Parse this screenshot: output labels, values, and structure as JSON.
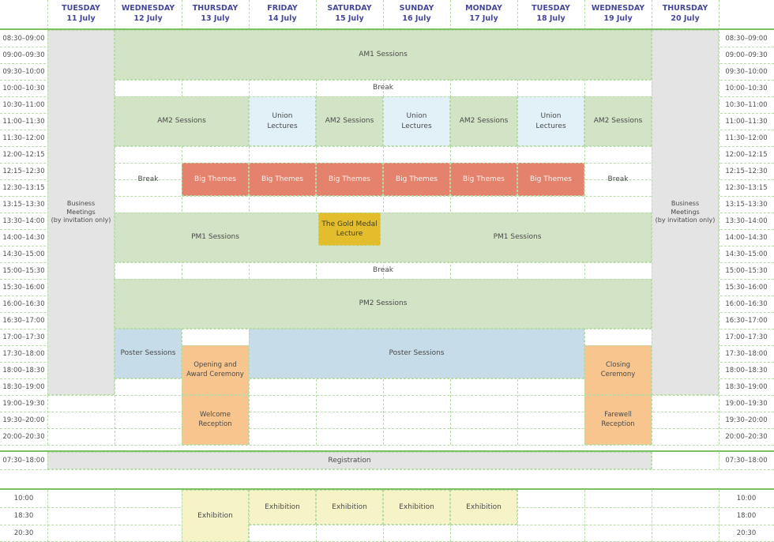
{
  "palette": {
    "session_green": "#d3e4c6",
    "union_blue": "#e2f0f8",
    "poster_blue": "#c6dce8",
    "theme_red": "#e4826e",
    "theme_red_text": "#fdf3ef",
    "gold": "#e3bd2c",
    "gold_text": "#44401f",
    "ceremony_orange": "#f8c58e",
    "meeting_grey": "#e4e4e4",
    "exhibition_yellow": "#f6f4c7",
    "solid_line_green": "#7dbf63",
    "dashed_line_green": "#b7dba6",
    "header_text": "#47479a",
    "label_text": "#4a4a4a"
  },
  "header": {
    "days": [
      {
        "name": "TUESDAY",
        "date": "11 July"
      },
      {
        "name": "WEDNESDAY",
        "date": "12 July"
      },
      {
        "name": "THURSDAY",
        "date": "13 July"
      },
      {
        "name": "FRIDAY",
        "date": "14 July"
      },
      {
        "name": "SATURDAY",
        "date": "15 July"
      },
      {
        "name": "SUNDAY",
        "date": "16 July"
      },
      {
        "name": "MONDAY",
        "date": "17 July"
      },
      {
        "name": "TUESDAY",
        "date": "18 July"
      },
      {
        "name": "WEDNESDAY",
        "date": "19 July"
      },
      {
        "name": "THURSDAY",
        "date": "20 July"
      }
    ]
  },
  "main_grid": {
    "time_rows": [
      "08:30–09:00",
      "09:00–09:30",
      "09:30–10:00",
      "10:00–10:30",
      "10:30–11:00",
      "11:00–11:30",
      "11:30–12:00",
      "12:00–12:15",
      "12:15–12:30",
      "12:30–13:15",
      "13:15–13:30",
      "13:30–14:00",
      "14:00–14:30",
      "14:30–15:00",
      "15:00–15:30",
      "15:30–16:00",
      "16:00–16:30",
      "16:30–17:00",
      "17:00–17:30",
      "17:30–18:00",
      "18:00–18:30",
      "18:30–19:00",
      "19:00–19:30",
      "19:30–20:00",
      "20:00–20:30"
    ],
    "blocks": [
      {
        "name": "business-meetings-tue11",
        "label": "Business\nMeetings\n(by invitation only)",
        "color": "grey",
        "col": 0,
        "colspan": 1,
        "row": 1,
        "rowspan": 22
      },
      {
        "name": "business-meetings-thu20",
        "label": "Business\nMeetings\n(by invitation only)",
        "color": "grey",
        "col": 9,
        "colspan": 1,
        "row": 1,
        "rowspan": 22
      },
      {
        "name": "am1-sessions",
        "label": "AM1 Sessions",
        "color": "green",
        "col": 1,
        "colspan": 8,
        "row": 1,
        "rowspan": 3
      },
      {
        "name": "break-morning",
        "label": "Break",
        "color": "none",
        "col": 1,
        "colspan": 8,
        "row": 4,
        "rowspan": 1
      },
      {
        "name": "am2-sessions-wed12-thu13",
        "label": "AM2 Sessions",
        "color": "green",
        "col": 1,
        "colspan": 2,
        "row": 5,
        "rowspan": 3
      },
      {
        "name": "union-lectures-fri14",
        "label": "Union\nLectures",
        "color": "union",
        "col": 3,
        "colspan": 1,
        "row": 5,
        "rowspan": 3
      },
      {
        "name": "am2-sessions-sat15",
        "label": "AM2 Sessions",
        "color": "green",
        "col": 4,
        "colspan": 1,
        "row": 5,
        "rowspan": 3
      },
      {
        "name": "union-lectures-sun16",
        "label": "Union\nLectures",
        "color": "union",
        "col": 5,
        "colspan": 1,
        "row": 5,
        "rowspan": 3
      },
      {
        "name": "am2-sessions-mon17",
        "label": "AM2 Sessions",
        "color": "green",
        "col": 6,
        "colspan": 1,
        "row": 5,
        "rowspan": 3
      },
      {
        "name": "union-lectures-tue18",
        "label": "Union\nLectures",
        "color": "union",
        "col": 7,
        "colspan": 1,
        "row": 5,
        "rowspan": 3
      },
      {
        "name": "am2-sessions-wed19",
        "label": "AM2 Sessions",
        "color": "green",
        "col": 8,
        "colspan": 1,
        "row": 5,
        "rowspan": 3
      },
      {
        "name": "break-midday-wed12",
        "label": "Break",
        "color": "none",
        "col": 1,
        "colspan": 1,
        "row": 8,
        "rowspan": 4
      },
      {
        "name": "big-themes-thu13",
        "label": "Big Themes",
        "color": "red",
        "col": 2,
        "colspan": 1,
        "row": 9,
        "rowspan": 2
      },
      {
        "name": "big-themes-fri14",
        "label": "Big Themes",
        "color": "red",
        "col": 3,
        "colspan": 1,
        "row": 9,
        "rowspan": 2
      },
      {
        "name": "big-themes-sat15",
        "label": "Big Themes",
        "color": "red",
        "col": 4,
        "colspan": 1,
        "row": 9,
        "rowspan": 2
      },
      {
        "name": "big-themes-sun16",
        "label": "Big Themes",
        "color": "red",
        "col": 5,
        "colspan": 1,
        "row": 9,
        "rowspan": 2
      },
      {
        "name": "big-themes-mon17",
        "label": "Big Themes",
        "color": "red",
        "col": 6,
        "colspan": 1,
        "row": 9,
        "rowspan": 2
      },
      {
        "name": "big-themes-tue18",
        "label": "Big Themes",
        "color": "red",
        "col": 7,
        "colspan": 1,
        "row": 9,
        "rowspan": 2
      },
      {
        "name": "break-midday-wed19",
        "label": "Break",
        "color": "none",
        "col": 8,
        "colspan": 1,
        "row": 8,
        "rowspan": 4
      },
      {
        "name": "pm1-sessions",
        "label": "",
        "color": "green",
        "col": 1,
        "colspan": 8,
        "row": 12,
        "rowspan": 3
      },
      {
        "name": "pm1-sessions-label-left",
        "label": "PM1 Sessions",
        "color": "none",
        "col": 1,
        "colspan": 3,
        "row": 12,
        "rowspan": 3
      },
      {
        "name": "gold-medal-lecture",
        "label": "The Gold Medal\nLecture",
        "color": "gold",
        "col": 4,
        "colspan": 1,
        "row": 12,
        "rowspan": 2,
        "inset": 3
      },
      {
        "name": "pm1-sessions-label-right",
        "label": "PM1 Sessions",
        "color": "none",
        "col": 5,
        "colspan": 4,
        "row": 12,
        "rowspan": 3
      },
      {
        "name": "break-afternoon",
        "label": "Break",
        "color": "none",
        "col": 1,
        "colspan": 8,
        "row": 15,
        "rowspan": 1
      },
      {
        "name": "pm2-sessions",
        "label": "PM2 Sessions",
        "color": "green",
        "col": 1,
        "colspan": 8,
        "row": 16,
        "rowspan": 3
      },
      {
        "name": "poster-sessions-wed12",
        "label": "Poster Sessions",
        "color": "poster",
        "col": 1,
        "colspan": 1,
        "row": 19,
        "rowspan": 3
      },
      {
        "name": "poster-sessions-fri-tue",
        "label": "Poster Sessions",
        "color": "poster",
        "col": 3,
        "colspan": 5,
        "row": 19,
        "rowspan": 3
      },
      {
        "name": "opening-award-ceremony",
        "label": "Opening and\nAward Ceremony",
        "color": "orange",
        "col": 2,
        "colspan": 1,
        "row": 20,
        "rowspan": 3
      },
      {
        "name": "welcome-reception",
        "label": "Welcome Reception",
        "color": "orange",
        "col": 2,
        "colspan": 1,
        "row": 23,
        "rowspan": 3
      },
      {
        "name": "closing-ceremony",
        "label": "Closing Ceremony",
        "color": "orange",
        "col": 8,
        "colspan": 1,
        "row": 20,
        "rowspan": 3
      },
      {
        "name": "farewell-reception",
        "label": "Farewell Reception",
        "color": "orange",
        "col": 8,
        "colspan": 1,
        "row": 23,
        "rowspan": 3
      }
    ]
  },
  "registration": {
    "time_left": "07:30–18:00",
    "time_right": "07:30–18:00",
    "label": "Registration",
    "col": 0,
    "colspan": 9
  },
  "exhibition": {
    "times_left": [
      "10:00",
      "18:30",
      "20:30"
    ],
    "times_right": [
      "10:00",
      "18:00",
      "20:30"
    ],
    "blocks": [
      {
        "name": "exhibition-thu13",
        "label": "Exhibition",
        "col": 2,
        "row": 1,
        "rowspan": 3
      },
      {
        "name": "exhibition-fri14",
        "label": "Exhibition",
        "col": 3,
        "row": 1,
        "rowspan": 2
      },
      {
        "name": "exhibition-sat15",
        "label": "Exhibition",
        "col": 4,
        "row": 1,
        "rowspan": 2
      },
      {
        "name": "exhibition-sun16",
        "label": "Exhibition",
        "col": 5,
        "row": 1,
        "rowspan": 2
      },
      {
        "name": "exhibition-mon17",
        "label": "Exhibition",
        "col": 6,
        "row": 1,
        "rowspan": 2
      }
    ]
  }
}
